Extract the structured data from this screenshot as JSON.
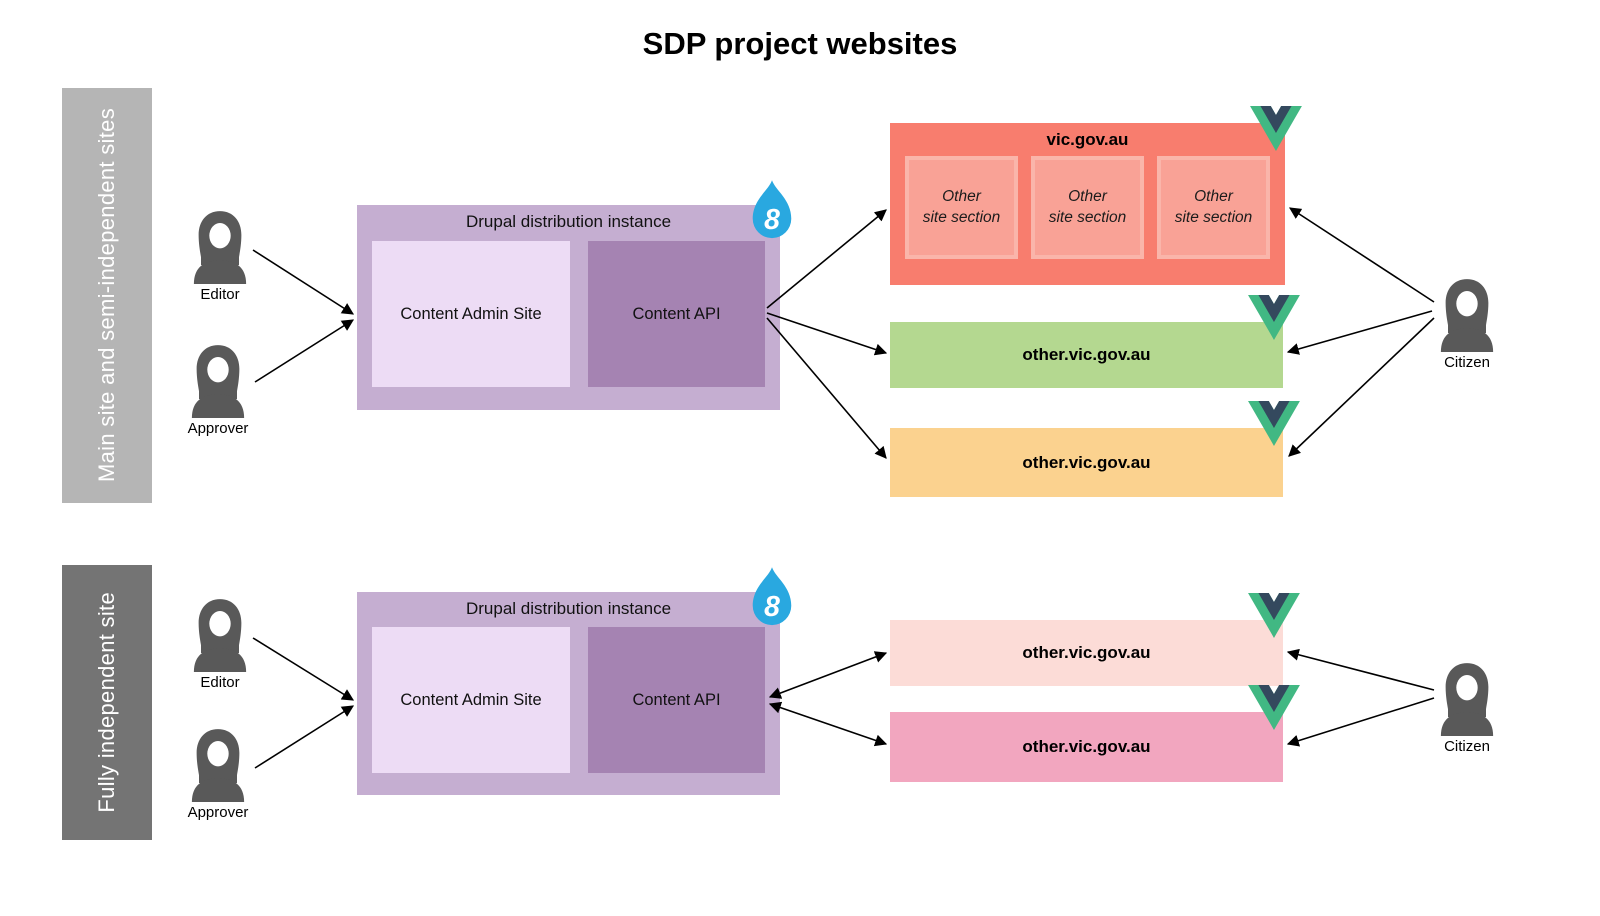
{
  "title": "SDP project websites",
  "colors": {
    "band_top": "#b5b5b5",
    "band_bottom": "#747474",
    "drupal_box": "#c5aed1",
    "content_admin": "#eddcf5",
    "content_api": "#a583b2",
    "vic_site": "#f87d6e",
    "vic_site_section": "#f9a296",
    "green_site": "#b4d890",
    "orange_site": "#fbd28f",
    "light_pink_site": "#fcdcd7",
    "pink_site": "#f2a6bf",
    "vue_green": "#41b883",
    "vue_dark": "#34495e",
    "drupal_blue": "#29a8e0",
    "arrow": "#000000"
  },
  "icons": {
    "person": "person-silhouette",
    "drupal": "drupal-drop-logo",
    "vue": "vuejs-logo"
  },
  "top": {
    "band": "Main site and semi-independent sites",
    "editor": "Editor",
    "approver": "Approver",
    "citizen": "Citizen",
    "drupal": {
      "title": "Drupal distribution instance",
      "admin": "Content Admin Site",
      "api": "Content API"
    },
    "sites": {
      "main": {
        "name": "vic.gov.au",
        "sections": [
          "Other\nsite section",
          "Other\nsite section",
          "Other\nsite section"
        ]
      },
      "green": {
        "name": "other.vic.gov.au"
      },
      "orange": {
        "name": "other.vic.gov.au"
      }
    }
  },
  "bottom": {
    "band": "Fully independent site",
    "editor": "Editor",
    "approver": "Approver",
    "citizen": "Citizen",
    "drupal": {
      "title": "Drupal distribution instance",
      "admin": "Content Admin Site",
      "api": "Content API"
    },
    "sites": {
      "lightpink": {
        "name": "other.vic.gov.au"
      },
      "pink": {
        "name": "other.vic.gov.au"
      }
    }
  }
}
